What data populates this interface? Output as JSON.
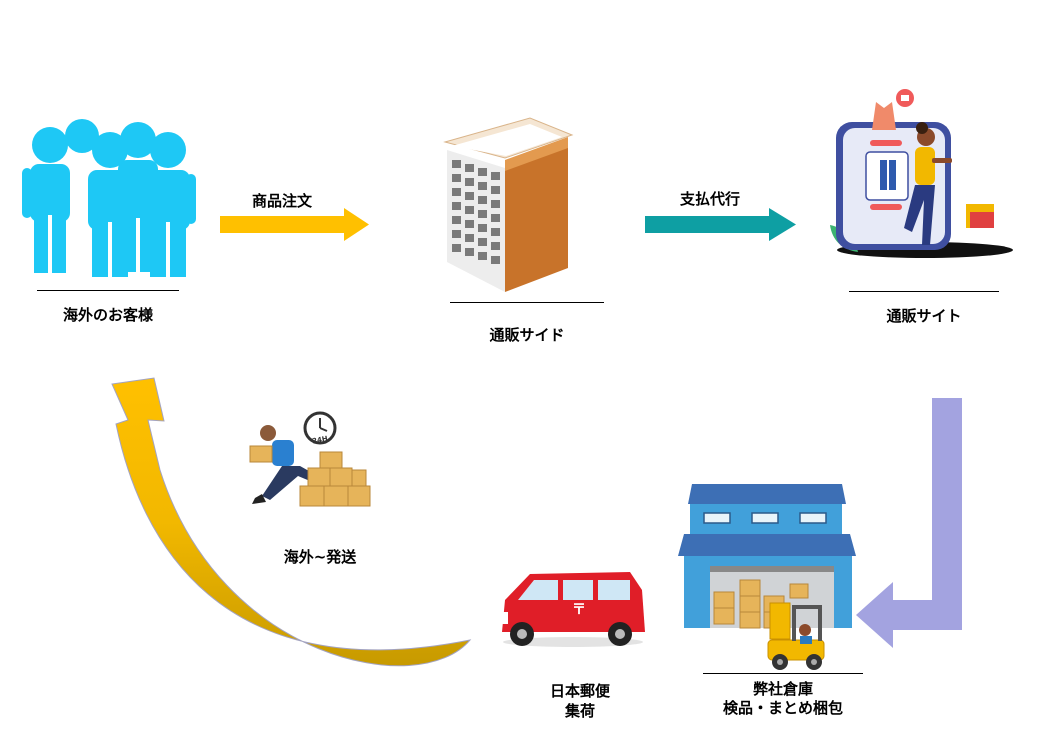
{
  "nodes": {
    "customers": {
      "label": "海外のお客様"
    },
    "shop_building": {
      "label": "通販サイド"
    },
    "shop_site": {
      "label": "通販サイト"
    },
    "warehouse": {
      "label_line1": "弊社倉庫",
      "label_line2": "検品・まとめ梱包"
    },
    "japan_post": {
      "label_line1": "日本郵便",
      "label_line2": "集荷"
    },
    "overseas_shipping": {
      "label": "海外~発送"
    }
  },
  "arrows": {
    "order": {
      "label": "商品注文",
      "color": "#FFC000"
    },
    "payment": {
      "label": "支払代行",
      "color": "#0E9FA3"
    },
    "to_warehouse": {
      "color": "#A3A3E0"
    },
    "return": {
      "color": "#E6B400"
    }
  },
  "clock_badge": {
    "text": "24H"
  },
  "colors": {
    "people": "#1EC8F5",
    "building": "#C8732A",
    "van": "#E01E28",
    "warehouse_roof": "#3D6FB5",
    "warehouse_wall": "#41A0DA"
  }
}
